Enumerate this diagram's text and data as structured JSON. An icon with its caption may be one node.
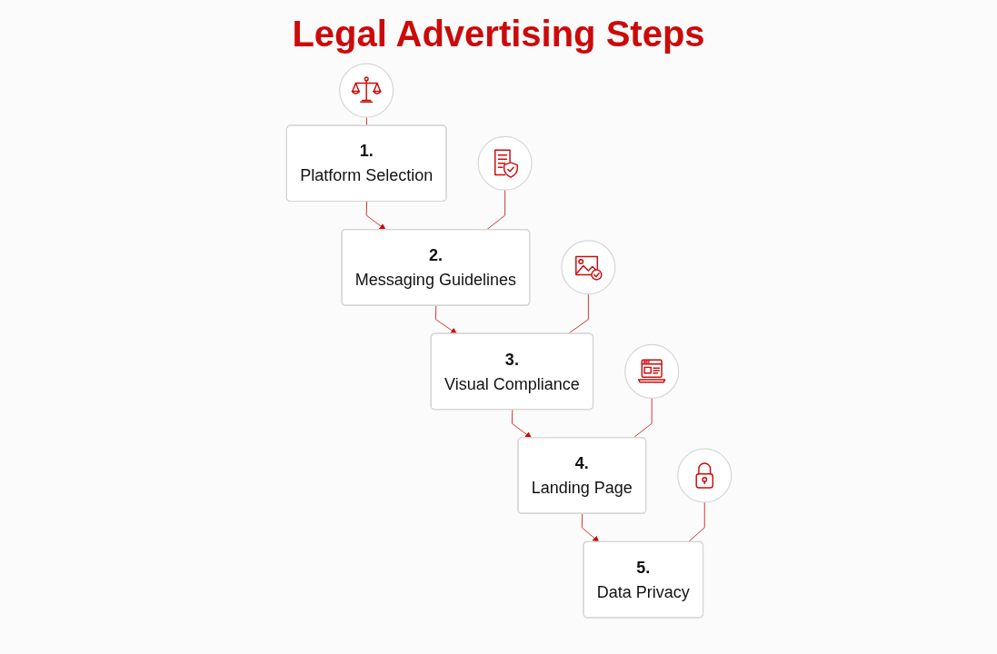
{
  "diagram": {
    "title": "Legal Advertising Steps",
    "nodes": [
      {
        "text": [],
        "shape": "circle"
      },
      {
        "text": [
          "1.",
          "Platform Selection"
        ]
      },
      {
        "text": [],
        "shape": "circle"
      },
      {
        "text": [
          "2.",
          "Messaging Guidelines"
        ]
      },
      {
        "text": [],
        "shape": "circle"
      },
      {
        "text": [
          "3.",
          "Visual Compliance"
        ]
      },
      {
        "text": [],
        "shape": "circle"
      },
      {
        "text": [
          "4.",
          "Landing Page"
        ]
      },
      {
        "text": [],
        "shape": "circle"
      },
      {
        "text": [
          "5.",
          "Data Privacy"
        ]
      }
    ],
    "edges": [
      {
        "from": 0,
        "to": 1,
        "arrow": "none"
      },
      {
        "from": 1,
        "to": 3,
        "arrow": "to"
      },
      {
        "from": 2,
        "to": 3,
        "arrow": "none"
      },
      {
        "from": 3,
        "to": 5,
        "arrow": "to"
      },
      {
        "from": 4,
        "to": 5,
        "arrow": "none"
      },
      {
        "from": 5,
        "to": 7,
        "arrow": "to"
      },
      {
        "from": 6,
        "to": 7,
        "arrow": "none"
      },
      {
        "from": 7,
        "to": 9,
        "arrow": "to"
      },
      {
        "from": 8,
        "to": 9,
        "arrow": "none"
      }
    ]
  }
}
